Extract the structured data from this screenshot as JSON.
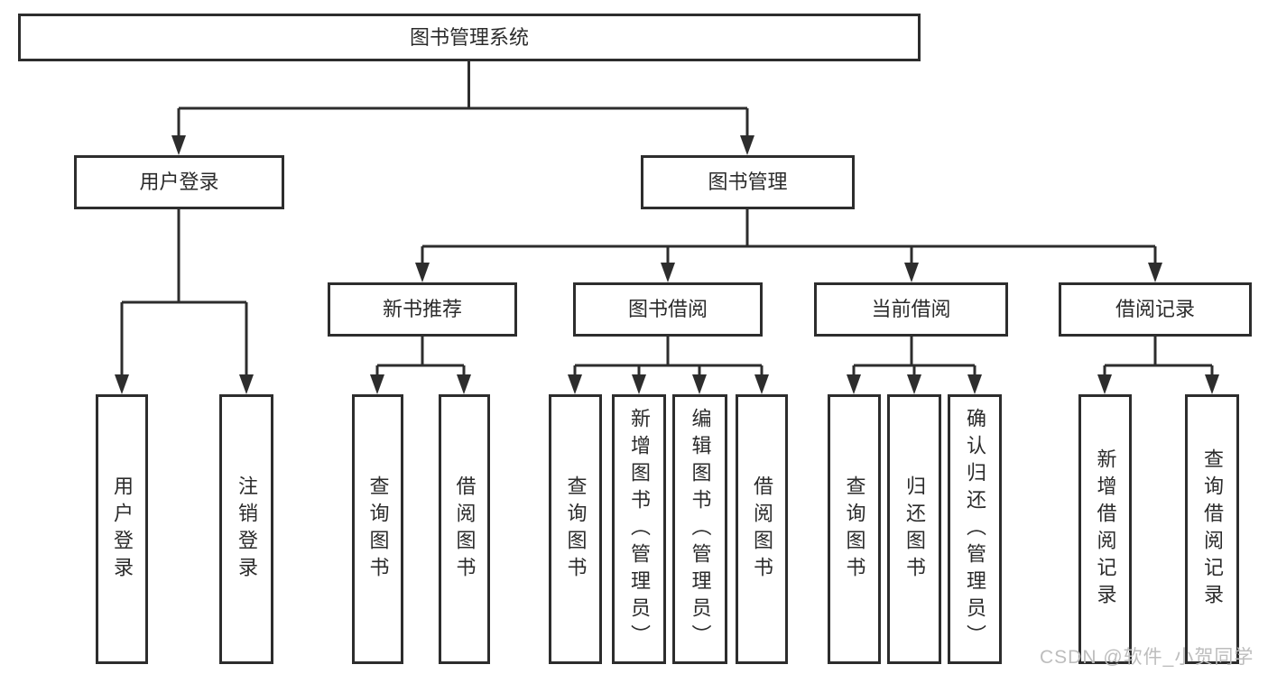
{
  "diagram": {
    "type": "hierarchy-tree",
    "root": {
      "label": "图书管理系统",
      "children": [
        {
          "label": "用户登录",
          "children": [
            {
              "label": "用户登录"
            },
            {
              "label": "注销登录"
            }
          ]
        },
        {
          "label": "图书管理",
          "children": [
            {
              "label": "新书推荐",
              "children": [
                {
                  "label": "查询图书"
                },
                {
                  "label": "借阅图书"
                }
              ]
            },
            {
              "label": "图书借阅",
              "children": [
                {
                  "label": "查询图书"
                },
                {
                  "label": "新增图书（管理员）"
                },
                {
                  "label": "编辑图书（管理员）"
                },
                {
                  "label": "借阅图书"
                }
              ]
            },
            {
              "label": "当前借阅",
              "children": [
                {
                  "label": "查询图书"
                },
                {
                  "label": "归还图书"
                },
                {
                  "label": "确认归还（管理员）"
                }
              ]
            },
            {
              "label": "借阅记录",
              "children": [
                {
                  "label": "新增借阅记录"
                },
                {
                  "label": "查询借阅记录"
                }
              ]
            }
          ]
        }
      ]
    },
    "colors": {
      "line": "#2d2d2d",
      "box_border": "#2d2d2d",
      "box_fill": "#ffffff",
      "text": "#2b2b2b",
      "background": "#ffffff",
      "watermark": "#bdbdbd"
    }
  },
  "watermark": "CSDN @软件_小贺同学"
}
